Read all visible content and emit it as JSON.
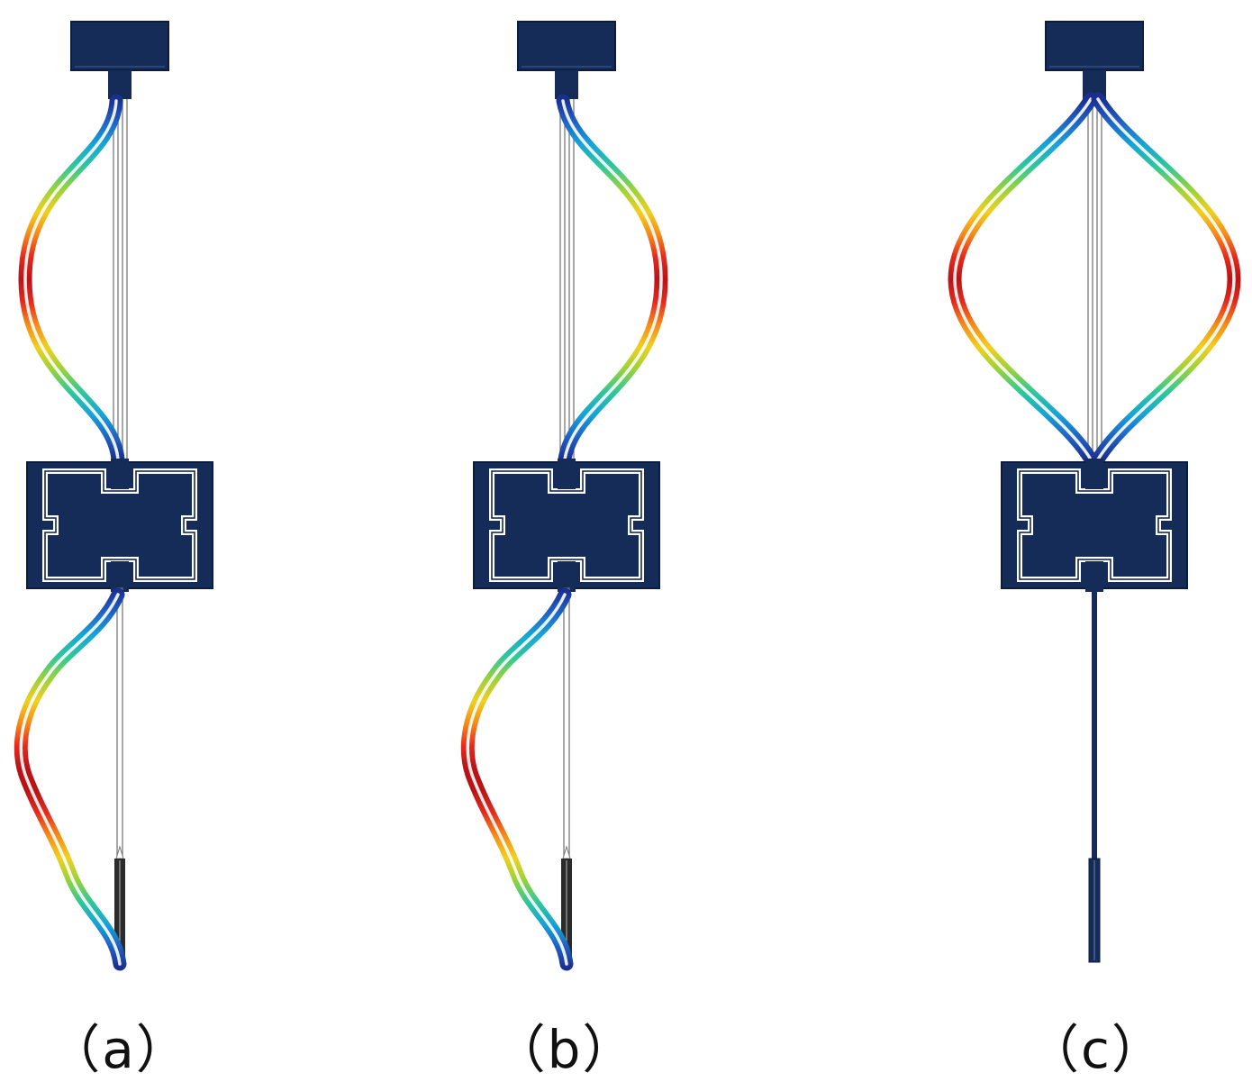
{
  "figure": {
    "panels": [
      {
        "id": "a",
        "label": "（a）",
        "upper_mode": "left",
        "lower_mode": "left",
        "tail": "light"
      },
      {
        "id": "b",
        "label": "（b）",
        "upper_mode": "right",
        "lower_mode": "left",
        "tail": "light"
      },
      {
        "id": "c",
        "label": "（c）",
        "upper_mode": "both",
        "lower_mode": "none",
        "tail": "dark"
      }
    ],
    "colors": {
      "block": "#152b58",
      "block_edge": "#0b1c3e",
      "slot": "#ffffff",
      "wire": "#7a7a7a",
      "colormap": [
        "#1a2f8f",
        "#1f62c4",
        "#17a3d8",
        "#2fc79a",
        "#9ad23a",
        "#f0d020",
        "#f48a1a",
        "#e42a1e",
        "#b81418"
      ]
    }
  }
}
